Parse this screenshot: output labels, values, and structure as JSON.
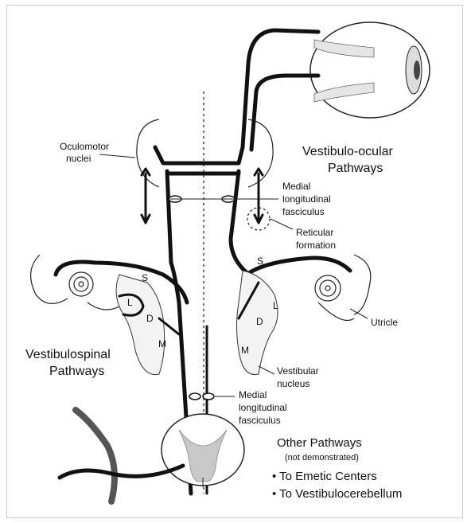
{
  "labels": {
    "oculomotor": [
      "Oculomotor",
      "nuclei"
    ],
    "vestibulo_ocular": [
      "Vestibulo-ocular",
      "Pathways"
    ],
    "mlf_top": [
      "Medial",
      "longitudinal",
      "fasciculus"
    ],
    "reticular": [
      "Reticular",
      "formation"
    ],
    "utricle": "Utricle",
    "vestibulospinal": [
      "Vestibulospinal",
      "Pathways"
    ],
    "vestibular_nucleus": [
      "Vestibular",
      "nucleus"
    ],
    "mlf_bottom": [
      "Medial",
      "longitudinal",
      "fasciculus"
    ],
    "other_pathways": "Other Pathways",
    "not_demonstrated": "(not demonstrated)",
    "bullet_1": "• To Emetic Centers",
    "bullet_2": "• To Vestibulocerebellum",
    "nucleus_letters": {
      "left_s": "S",
      "left_l": "L",
      "left_d": "D",
      "left_m": "M",
      "right_s": "S",
      "right_l": "L",
      "right_d": "D",
      "right_m": "M"
    }
  }
}
